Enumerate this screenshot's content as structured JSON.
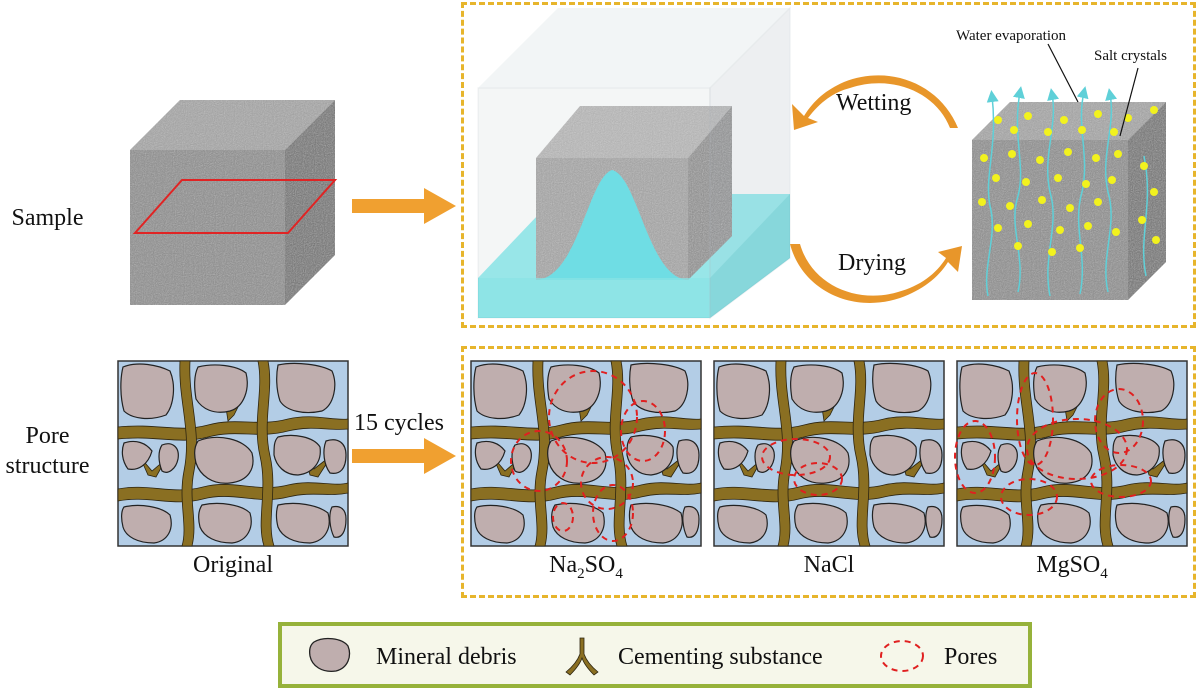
{
  "row_labels": {
    "sample": "Sample",
    "pore_1": "Pore",
    "pore_2": "structure"
  },
  "process": {
    "wetting": "Wetting",
    "drying": "Drying",
    "cycles": "15 cycles"
  },
  "annotations": {
    "water_evaporation": "Water evaporation",
    "salt_crystals": "Salt crystals"
  },
  "captions": {
    "original": "Original",
    "na2so4": {
      "base1": "Na",
      "sub1": "2",
      "base2": "SO",
      "sub2": "4"
    },
    "nacl": "NaCl",
    "mgso4": {
      "base": "MgSO",
      "sub": "4"
    }
  },
  "legend": {
    "mineral": "Mineral debris",
    "cement": "Cementing substance",
    "pores": "Pores"
  },
  "colors": {
    "dash_border": "#e7b52c",
    "arrow": "#f0a030",
    "cube_front": "#8c8c8c",
    "cube_top": "#a6a6a6",
    "cube_side": "#707070",
    "water": "#6fdde0",
    "debris": "#bfaeae",
    "cement": "#8a6f22",
    "pore_bg": "#b3cde6",
    "pore_ring": "#e02020",
    "crystal": "#f2f21e",
    "legend_border": "#96b23a"
  }
}
